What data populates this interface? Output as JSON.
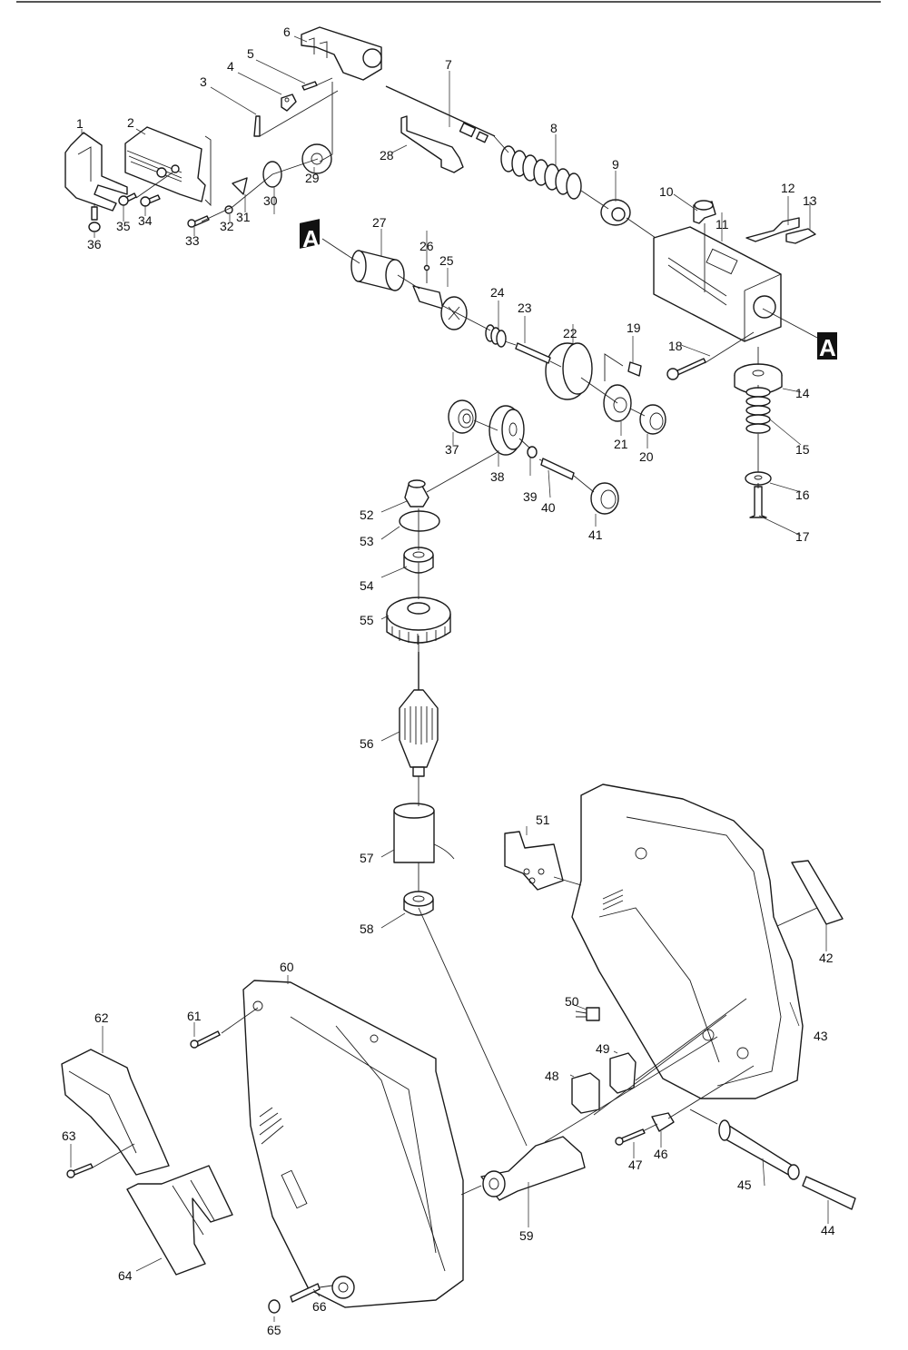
{
  "diagram": {
    "type": "exploded-parts-diagram",
    "subject": "power tool (reciprocating saw) exploded view",
    "reference_marks": [
      "A",
      "A"
    ],
    "parts": [
      {
        "no": "1"
      },
      {
        "no": "2"
      },
      {
        "no": "3"
      },
      {
        "no": "4"
      },
      {
        "no": "5"
      },
      {
        "no": "6"
      },
      {
        "no": "7"
      },
      {
        "no": "8"
      },
      {
        "no": "9"
      },
      {
        "no": "10"
      },
      {
        "no": "11"
      },
      {
        "no": "12"
      },
      {
        "no": "13"
      },
      {
        "no": "14"
      },
      {
        "no": "15"
      },
      {
        "no": "16"
      },
      {
        "no": "17"
      },
      {
        "no": "18"
      },
      {
        "no": "19"
      },
      {
        "no": "20"
      },
      {
        "no": "21"
      },
      {
        "no": "22"
      },
      {
        "no": "23"
      },
      {
        "no": "24"
      },
      {
        "no": "25"
      },
      {
        "no": "26"
      },
      {
        "no": "27"
      },
      {
        "no": "28"
      },
      {
        "no": "29"
      },
      {
        "no": "30"
      },
      {
        "no": "31"
      },
      {
        "no": "32"
      },
      {
        "no": "33"
      },
      {
        "no": "34"
      },
      {
        "no": "35"
      },
      {
        "no": "36"
      },
      {
        "no": "37"
      },
      {
        "no": "38"
      },
      {
        "no": "39"
      },
      {
        "no": "40"
      },
      {
        "no": "41"
      },
      {
        "no": "42"
      },
      {
        "no": "43"
      },
      {
        "no": "44"
      },
      {
        "no": "45"
      },
      {
        "no": "46"
      },
      {
        "no": "47"
      },
      {
        "no": "48"
      },
      {
        "no": "49"
      },
      {
        "no": "50"
      },
      {
        "no": "51"
      },
      {
        "no": "52"
      },
      {
        "no": "53"
      },
      {
        "no": "54"
      },
      {
        "no": "55"
      },
      {
        "no": "56"
      },
      {
        "no": "57"
      },
      {
        "no": "58"
      },
      {
        "no": "59"
      },
      {
        "no": "60"
      },
      {
        "no": "61"
      },
      {
        "no": "62"
      },
      {
        "no": "63"
      },
      {
        "no": "64"
      },
      {
        "no": "65"
      },
      {
        "no": "66"
      }
    ]
  }
}
